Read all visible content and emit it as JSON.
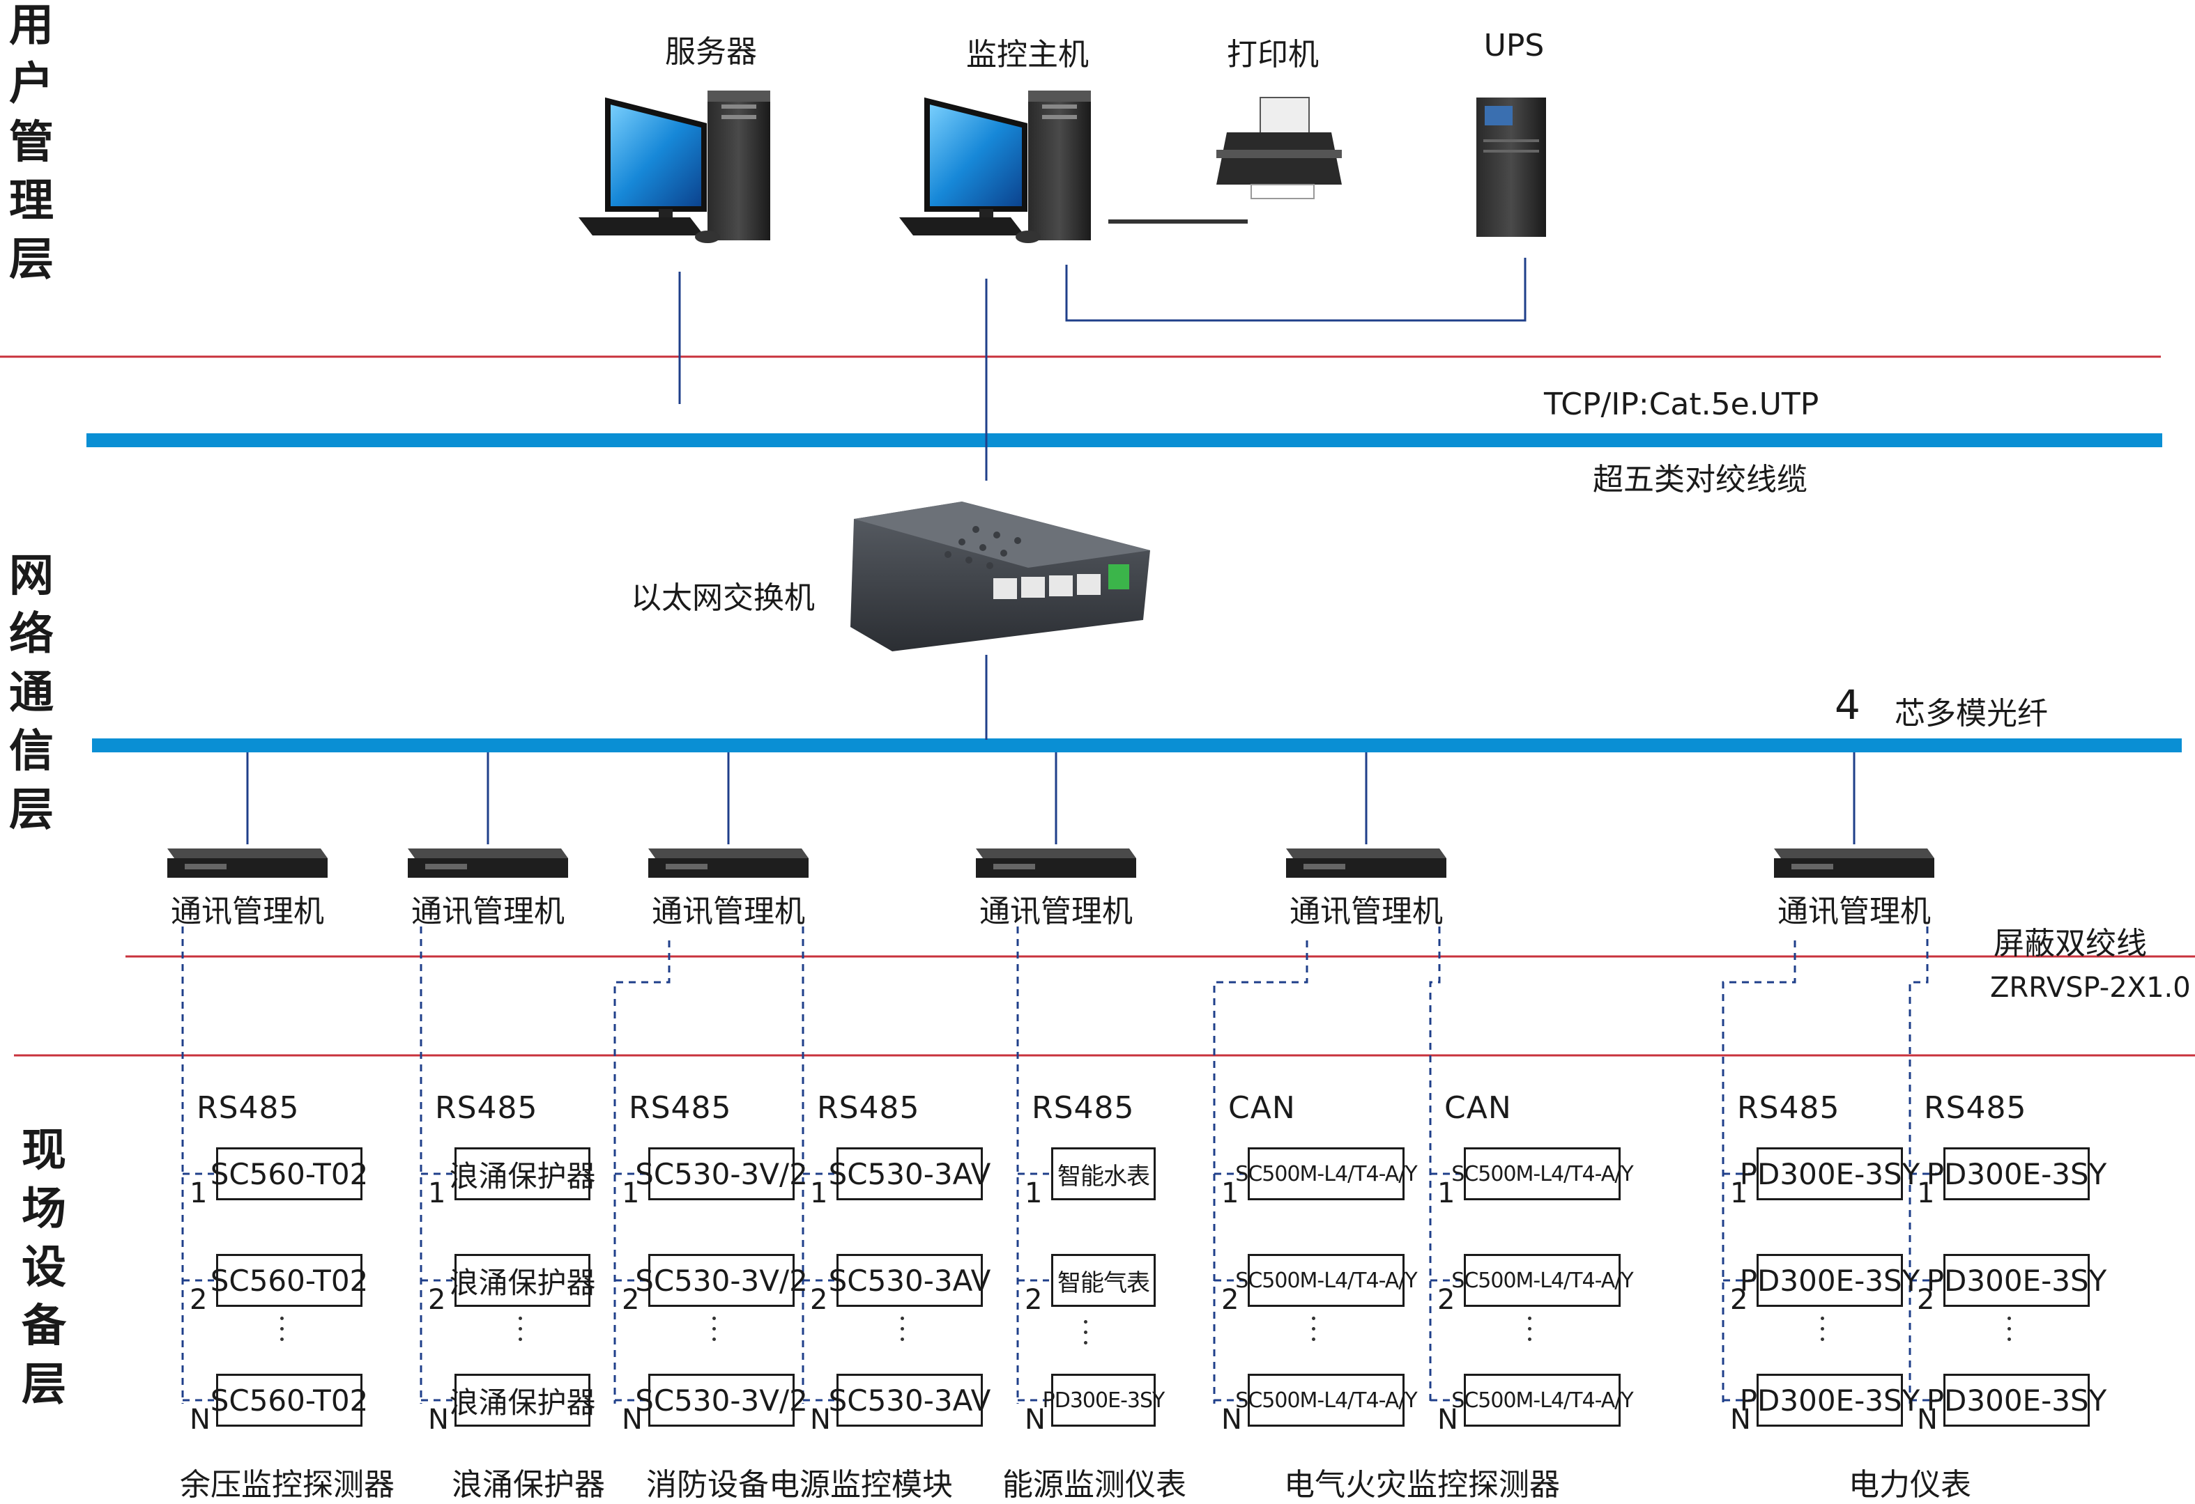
{
  "layers": {
    "user": "用户管理层",
    "network": "网络通信层",
    "field": "现场设备层"
  },
  "user_devices": {
    "server": "服务器",
    "monitor_host": "监控主机",
    "printer": "打印机",
    "ups": "UPS"
  },
  "bus": {
    "tcp": "TCP/IP:Cat.5e.UTP",
    "cat5": "超五类对绞线缆",
    "fiber_num": "4",
    "fiber": "芯多模光纤",
    "shield": "屏蔽双绞线",
    "shield_spec": "ZRRVSP-2X1.0"
  },
  "switch": {
    "label": "以太网交换机"
  },
  "comm_manager": "通讯管理机",
  "index": {
    "first": "1",
    "second": "2",
    "last": "N"
  },
  "groups": [
    {
      "category": "余压监控探测器",
      "branches": [
        {
          "protocol": "RS485",
          "device": "SC560-T02"
        }
      ]
    },
    {
      "category": "浪涌保护器",
      "branches": [
        {
          "protocol": "RS485",
          "device": "浪涌保护器"
        }
      ]
    },
    {
      "category": "消防设备电源监控模块",
      "branches": [
        {
          "protocol": "RS485",
          "device": "SC530-3V/2"
        },
        {
          "protocol": "RS485",
          "device": "SC530-3AV"
        }
      ]
    },
    {
      "category": "能源监测仪表",
      "branches": [
        {
          "protocol": "RS485",
          "devices": [
            "智能水表",
            "智能气表",
            "PD300E-3SY"
          ]
        }
      ]
    },
    {
      "category": "电气火灾监控探测器",
      "branches": [
        {
          "protocol": "CAN",
          "device": "SC500M-L4/T4-A/Y"
        },
        {
          "protocol": "CAN",
          "device": "SC500M-L4/T4-A/Y"
        }
      ]
    },
    {
      "category": "电力仪表",
      "branches": [
        {
          "protocol": "RS485",
          "device": "PD300E-3SY"
        },
        {
          "protocol": "RS485",
          "device": "PD300E-3SY"
        }
      ]
    }
  ],
  "colors": {
    "bus": "#0a8fd4",
    "divider": "#c8323c",
    "link": "#1f3f8a"
  }
}
